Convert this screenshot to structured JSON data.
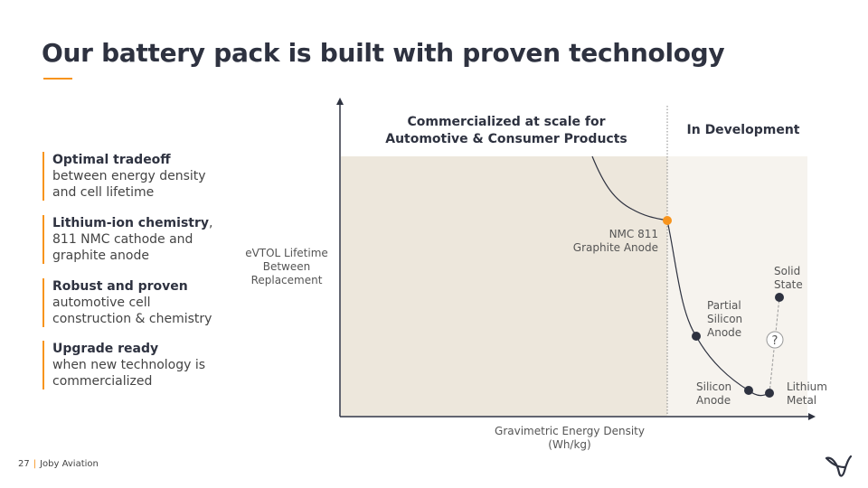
{
  "title": "Our battery pack is built with proven technology",
  "bullets": [
    {
      "head": "Optimal tradeoff",
      "body": "between energy density and cell lifetime"
    },
    {
      "head": "Lithium-ion chemistry",
      "suffix": ",",
      "body": "811 NMC cathode and graphite anode"
    },
    {
      "head": "Robust and proven",
      "body": "automotive cell construction & chemistry"
    },
    {
      "head": "Upgrade ready",
      "body": "when new technology is commercialized"
    }
  ],
  "diagram": {
    "region_left": "Commercialized at scale for Automotive & Consumer Products",
    "region_right": "In Development",
    "y_label": "eVTOL Lifetime Between Replacement",
    "x_label": "Gravimetric Energy Density (Wh/kg)",
    "points": {
      "nmc": "NMC 811 Graphite Anode",
      "partial": "Partial Silicon Anode",
      "silicon": "Silicon Anode",
      "lithium": "Lithium Metal",
      "solid": "Solid State",
      "unknown": "?"
    },
    "colors": {
      "accent": "#f7941d",
      "dark": "#2e3240",
      "shade_left": "#ede7dc",
      "shade_right": "#f6f3ee"
    }
  },
  "footer": {
    "page": "27",
    "company": "Joby Aviation"
  }
}
